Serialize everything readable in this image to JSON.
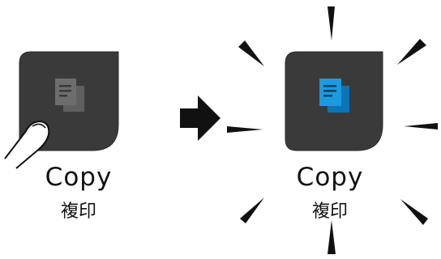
{
  "before": {
    "button_label": "Copy",
    "button_sublabel": "複印",
    "icon": "copy-document-icon",
    "state": "inactive",
    "icon_color": "#6d6d6d"
  },
  "transition": {
    "icon": "right-arrow-icon"
  },
  "after": {
    "button_label": "Copy",
    "button_sublabel": "複印",
    "icon": "copy-document-icon",
    "state": "active",
    "icon_color": "#1a9be0",
    "effect": "shine-rays"
  },
  "colors": {
    "button_bg": "#3a3a3a",
    "active_icon": "#1a9be0",
    "inactive_icon": "#6d6d6d",
    "text": "#111111"
  }
}
